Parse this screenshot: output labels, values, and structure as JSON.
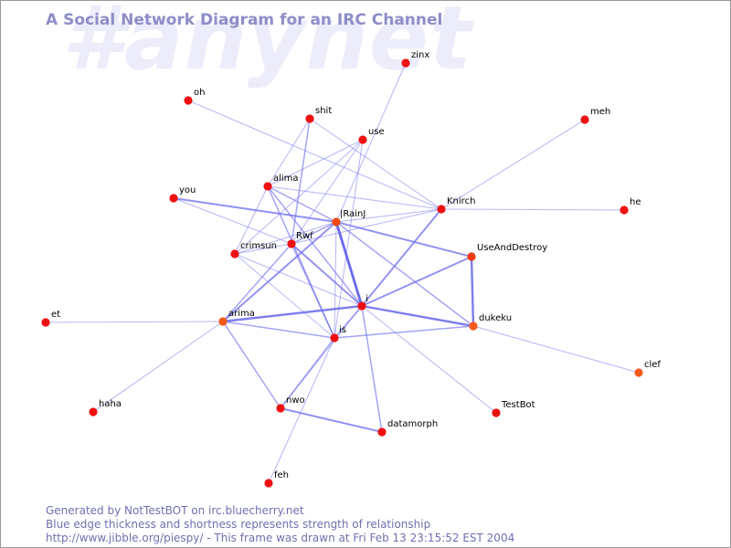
{
  "watermark": "#anynet",
  "title": "A Social Network Diagram for an IRC Channel",
  "colors": {
    "node": "#ee1111",
    "node_alt": "#f55a1a",
    "edge": "#6a6aee",
    "text": "#000000",
    "title": "#8d8dc8",
    "footer": "#7070b0",
    "watermark": "#ececfb"
  },
  "nodes": [
    {
      "id": "zinx",
      "label": "zinx",
      "color": "#ee1111"
    },
    {
      "id": "oh",
      "label": "oh",
      "color": "#ee1111"
    },
    {
      "id": "shit",
      "label": "shit",
      "color": "#ee1111"
    },
    {
      "id": "use",
      "label": "use",
      "color": "#ee1111"
    },
    {
      "id": "meh",
      "label": "meh",
      "color": "#ee1111"
    },
    {
      "id": "alima",
      "label": "alima",
      "color": "#ee1111"
    },
    {
      "id": "you",
      "label": "you",
      "color": "#ee1111"
    },
    {
      "id": "rainj",
      "label": "|RainJ",
      "color": "#f04a14"
    },
    {
      "id": "knirch",
      "label": "Knirch",
      "color": "#ee1111"
    },
    {
      "id": "he",
      "label": "he",
      "color": "#ee1111"
    },
    {
      "id": "rwf",
      "label": "Rwf",
      "color": "#ee1111"
    },
    {
      "id": "crimsun",
      "label": "crimsun",
      "color": "#ee1111"
    },
    {
      "id": "useanddestroy",
      "label": "UseAndDestroy",
      "color": "#f03a12"
    },
    {
      "id": "i",
      "label": "i",
      "color": "#ee1111"
    },
    {
      "id": "et",
      "label": "et",
      "color": "#ee1111"
    },
    {
      "id": "arima",
      "label": "arima",
      "color": "#f55a1a"
    },
    {
      "id": "dukeku",
      "label": "dukeku",
      "color": "#f55a1a"
    },
    {
      "id": "is",
      "label": "is",
      "color": "#ee1111"
    },
    {
      "id": "clef",
      "label": "clef",
      "color": "#f55a1a"
    },
    {
      "id": "haha",
      "label": "haha",
      "color": "#ee1111"
    },
    {
      "id": "testbot",
      "label": "TestBot",
      "color": "#ee1111"
    },
    {
      "id": "nwo",
      "label": "nwo",
      "color": "#ee1111"
    },
    {
      "id": "datamorph",
      "label": "datamorph",
      "color": "#ee1111"
    },
    {
      "id": "feh",
      "label": "feh",
      "color": "#ee1111"
    }
  ],
  "edges": [
    {
      "from": "zinx",
      "to": "rainj",
      "strength": 1
    },
    {
      "from": "oh",
      "to": "knirch",
      "strength": 1
    },
    {
      "from": "shit",
      "to": "knirch",
      "strength": 1
    },
    {
      "from": "shit",
      "to": "rwf",
      "strength": 2
    },
    {
      "from": "shit",
      "to": "alima",
      "strength": 1
    },
    {
      "from": "use",
      "to": "alima",
      "strength": 1
    },
    {
      "from": "use",
      "to": "rwf",
      "strength": 1
    },
    {
      "from": "use",
      "to": "crimsun",
      "strength": 1
    },
    {
      "from": "use",
      "to": "is",
      "strength": 1
    },
    {
      "from": "meh",
      "to": "knirch",
      "strength": 1
    },
    {
      "from": "alima",
      "to": "rainj",
      "strength": 2
    },
    {
      "from": "alima",
      "to": "i",
      "strength": 2
    },
    {
      "from": "alima",
      "to": "is",
      "strength": 2
    },
    {
      "from": "alima",
      "to": "crimsun",
      "strength": 1
    },
    {
      "from": "alima",
      "to": "knirch",
      "strength": 1
    },
    {
      "from": "you",
      "to": "rainj",
      "strength": 3
    },
    {
      "from": "you",
      "to": "rwf",
      "strength": 1
    },
    {
      "from": "rainj",
      "to": "i",
      "strength": 5
    },
    {
      "from": "rainj",
      "to": "rwf",
      "strength": 2
    },
    {
      "from": "rainj",
      "to": "knirch",
      "strength": 1
    },
    {
      "from": "rainj",
      "to": "arima",
      "strength": 3
    },
    {
      "from": "rainj",
      "to": "useanddestroy",
      "strength": 3
    },
    {
      "from": "rainj",
      "to": "dukeku",
      "strength": 2
    },
    {
      "from": "rainj",
      "to": "is",
      "strength": 1
    },
    {
      "from": "rainj",
      "to": "crimsun",
      "strength": 1
    },
    {
      "from": "knirch",
      "to": "he",
      "strength": 1
    },
    {
      "from": "knirch",
      "to": "i",
      "strength": 3
    },
    {
      "from": "knirch",
      "to": "rwf",
      "strength": 1
    },
    {
      "from": "rwf",
      "to": "i",
      "strength": 3
    },
    {
      "from": "rwf",
      "to": "is",
      "strength": 2
    },
    {
      "from": "rwf",
      "to": "arima",
      "strength": 2
    },
    {
      "from": "rwf",
      "to": "crimsun",
      "strength": 1
    },
    {
      "from": "crimsun",
      "to": "i",
      "strength": 1
    },
    {
      "from": "crimsun",
      "to": "is",
      "strength": 1
    },
    {
      "from": "useanddestroy",
      "to": "i",
      "strength": 3
    },
    {
      "from": "useanddestroy",
      "to": "dukeku",
      "strength": 4
    },
    {
      "from": "i",
      "to": "arima",
      "strength": 4
    },
    {
      "from": "i",
      "to": "dukeku",
      "strength": 4
    },
    {
      "from": "i",
      "to": "is",
      "strength": 2
    },
    {
      "from": "i",
      "to": "testbot",
      "strength": 1
    },
    {
      "from": "i",
      "to": "datamorph",
      "strength": 2
    },
    {
      "from": "i",
      "to": "nwo",
      "strength": 1
    },
    {
      "from": "et",
      "to": "arima",
      "strength": 1
    },
    {
      "from": "arima",
      "to": "haha",
      "strength": 1
    },
    {
      "from": "arima",
      "to": "nwo",
      "strength": 2
    },
    {
      "from": "arima",
      "to": "is",
      "strength": 2
    },
    {
      "from": "dukeku",
      "to": "is",
      "strength": 2
    },
    {
      "from": "dukeku",
      "to": "clef",
      "strength": 1
    },
    {
      "from": "is",
      "to": "nwo",
      "strength": 2
    },
    {
      "from": "is",
      "to": "feh",
      "strength": 1
    },
    {
      "from": "nwo",
      "to": "datamorph",
      "strength": 3
    }
  ],
  "footer": {
    "line1": "Generated by NotTestBOT on irc.bluecherry.net",
    "line2": "Blue edge thickness and shortness represents strength of relationship",
    "line3": "http://www.jibble.org/piespy/ - This frame was drawn at Fri Feb 13 23:15:52 EST 2004"
  }
}
